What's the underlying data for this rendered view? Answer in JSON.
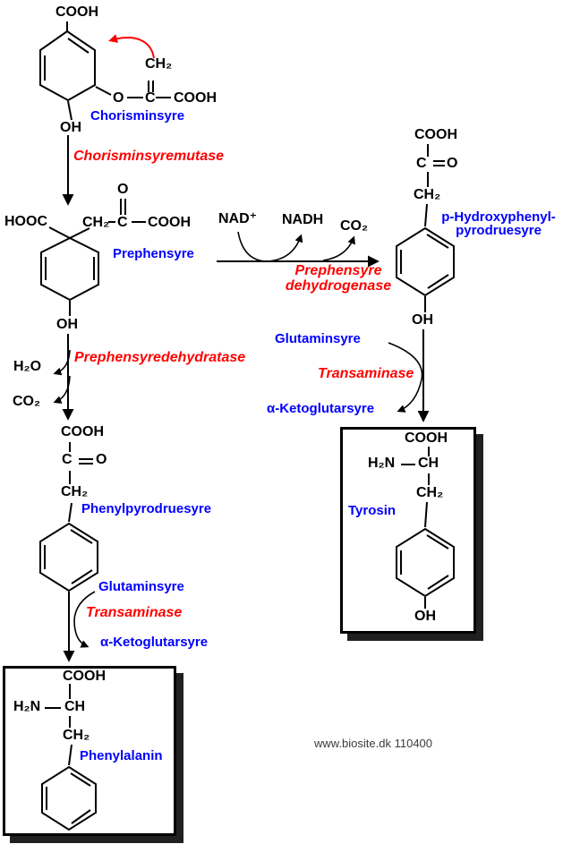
{
  "diagram_title": "Biosynthesis of Phenylalanine and Tyrosine (Danish labels)",
  "colors": {
    "bond": "#000000",
    "compound_name": "#0000ff",
    "enzyme": "#ff0000",
    "red_curved_arrow": "#ff0000",
    "watermark": "#3c3c3c",
    "box_border": "#000000",
    "box_shadow": "#202020"
  },
  "compounds": {
    "chorisminsyre": {
      "name": "Chorisminsyre",
      "cooh_top": "COOH",
      "ch2": "CH₂",
      "o": "O",
      "c": "C",
      "cooh_side": "COOH",
      "oh": "OH"
    },
    "prephensyre": {
      "name": "Prephensyre",
      "o": "O",
      "hooc": "HOOC",
      "ch2": "CH₂",
      "c": "C",
      "cooh": "COOH",
      "oh": "OH"
    },
    "p_hydroxyphenylpyrodruesyre": {
      "name_line1": "p-Hydroxyphenyl-",
      "name_line2": "pyrodruesyre",
      "cooh": "COOH",
      "c": "C",
      "o": "O",
      "ch2": "CH₂",
      "oh": "OH"
    },
    "phenylpyrodruesyre": {
      "name": "Phenylpyrodruesyre",
      "cooh": "COOH",
      "c": "C",
      "o": "O",
      "ch2": "CH₂"
    },
    "tyrosin": {
      "name": "Tyrosin",
      "cooh": "COOH",
      "h2n": "H₂N",
      "ch": "CH",
      "ch2": "CH₂",
      "oh": "OH"
    },
    "phenylalanin": {
      "name": "Phenylalanin",
      "cooh": "COOH",
      "h2n": "H₂N",
      "ch": "CH",
      "ch2": "CH₂"
    }
  },
  "enzymes": {
    "chorisminsyremutase": "Chorisminsyremutase",
    "prephensyre_dehydrogenase_line1": "Prephensyre",
    "prephensyre_dehydrogenase_line2": "dehydrogenase",
    "prephensyredehydratase": "Prephensyredehydratase",
    "transaminase_right": "Transaminase",
    "transaminase_left": "Transaminase"
  },
  "cofactors": {
    "nad_plus": "NAD⁺",
    "nadh": "NADH",
    "co2_released_top": "CO₂",
    "h2o_released": "H₂O",
    "co2_released_left": "CO₂",
    "glutaminsyre_right": "Glutaminsyre",
    "alpha_ketoglutarsyre_right": "α-Ketoglutarsyre",
    "glutaminsyre_left": "Glutaminsyre",
    "alpha_ketoglutarsyre_left": "α-Ketoglutarsyre"
  },
  "watermark": "www.biosite.dk 110400"
}
